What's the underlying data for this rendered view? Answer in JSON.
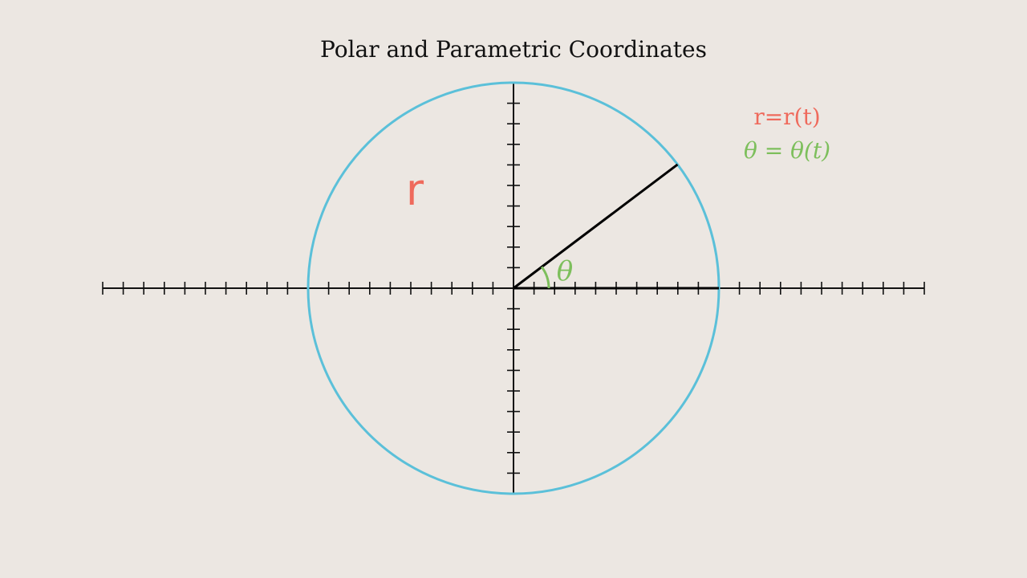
{
  "title": "Polar and Parametric Coordinates",
  "labels": {
    "radius": "r",
    "angle": "θ"
  },
  "equations": {
    "radius": "r=r(t)",
    "angle_lhs": "θ",
    "angle_eq": " = ",
    "angle_rhs": "θ(t)"
  },
  "colors": {
    "background": "#ece7e2",
    "circle": "#5bc0d9",
    "radius": "#ef6a5c",
    "angle": "#7dbf5c",
    "axes": "#111111"
  },
  "geometry": {
    "x_ticks_per_side": 20,
    "y_ticks_per_side": 10,
    "circle_radius_units": 10,
    "angle_degrees": 37
  }
}
